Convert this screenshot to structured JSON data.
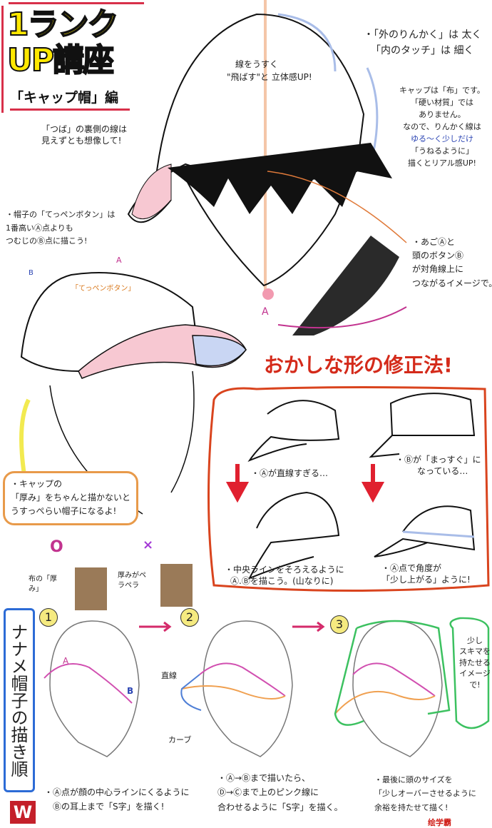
{
  "header": {
    "title_line1": "1ランク",
    "title_line2": "UP講座",
    "subtitle": "「キャップ帽」編"
  },
  "top_notes": {
    "outline_thick": "・「外のりんかく」は 太く",
    "inner_thin": "「内のタッチ」は 細く",
    "thin_lines_1": "線をうすく",
    "thin_lines_2": "\"飛ばす\"と 立体感UP!",
    "cloth": [
      "キャップは「布」です。",
      "「硬い材質」では",
      "ありません。",
      "なので、りんかく線は",
      "ゆる〜く少しだけ",
      "「うねるように」",
      "描くとリアル感UP!"
    ],
    "brim": [
      "「つば」の裏側の線は",
      "見えずとも想像して!"
    ],
    "button": [
      "・帽子の「てっペンボタン」は",
      "1番高いⒶ点よりも",
      "つむじのⒷ点に描こう!"
    ],
    "button_label": "「てっペンボタン」",
    "chin": [
      "・あごⒶと",
      "頭のボタンⒷ",
      "が対角線上に",
      "つながるイメージで。"
    ],
    "labels": {
      "a": "A",
      "b": "B"
    }
  },
  "fix_section": {
    "title": "おかしな形の修正法!",
    "bad_a": "・Ⓐが直線すぎる…",
    "bad_b": [
      "・Ⓑが「まっすぐ」に",
      "なっている…"
    ],
    "good_a": [
      "・中央ラインをそろえるように",
      "Ⓐ.Ⓑを描こう。(山なりに)"
    ],
    "good_b": [
      "・Ⓐ点で角度が",
      "「少し上がる」ように!"
    ]
  },
  "thickness": {
    "bubble": [
      "・キャップの",
      "「厚み」をちゃんと描かないと",
      "うすっぺらい帽子になるよ!"
    ],
    "good_mark": "O",
    "bad_mark": "×",
    "good_label": "布の「厚み」",
    "bad_label": "厚みがペラペラ"
  },
  "steps": {
    "side_title": "ナナメ帽子の描き順",
    "numbers": [
      "1",
      "2",
      "3"
    ],
    "straight": "直線",
    "curve": "カーブ",
    "gap_note": [
      "少し",
      "スキマを",
      "持たせる",
      "イメージ",
      "で!"
    ],
    "step1": [
      "・Ⓐ点が顔の中心ラインにくるように",
      "Ⓑの耳上まで「S字」を描く!"
    ],
    "step2": [
      "・Ⓐ→Ⓑまで描いたら、",
      "Ⓓ→Ⓒまで上のピンク線に",
      "合わせるように「S字」を描く。"
    ],
    "step3": [
      "・最後に頭のサイズを",
      "「少しオーバーさせるように",
      "余裕を持たせて描く!"
    ]
  },
  "branding": {
    "logo": "W",
    "watermark": "绘学霸"
  }
}
